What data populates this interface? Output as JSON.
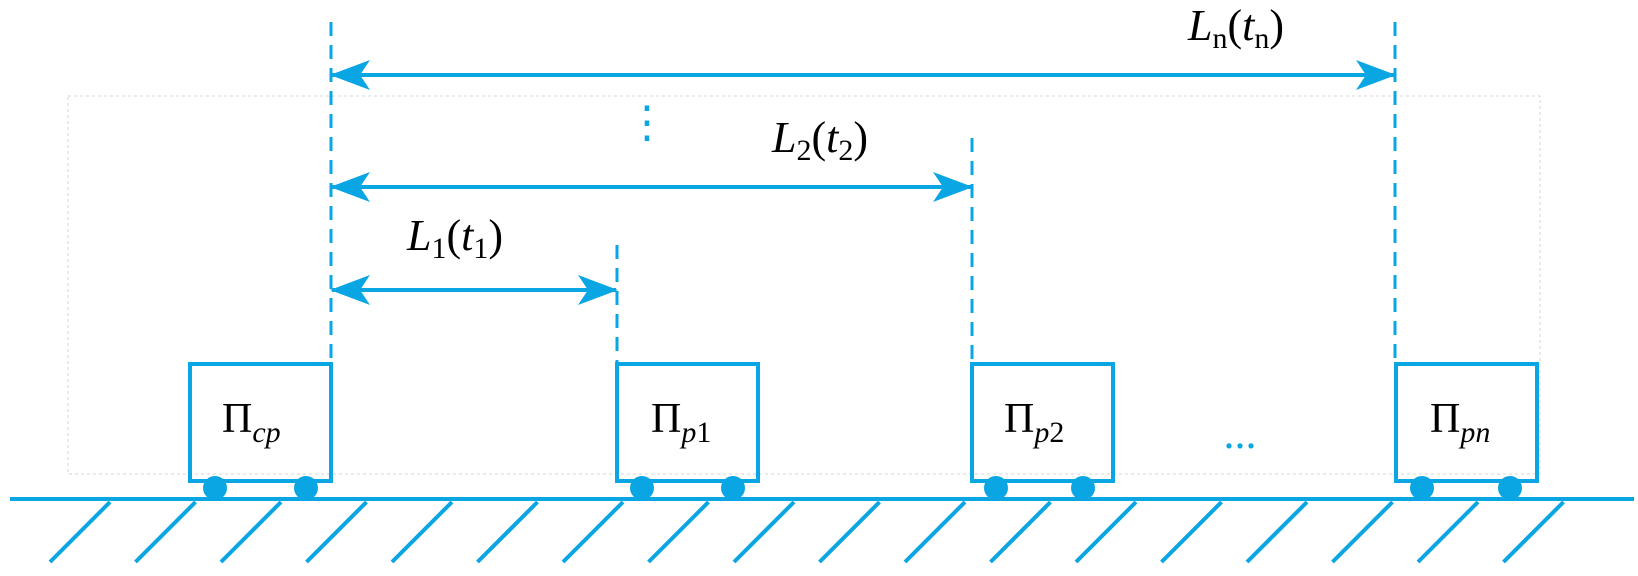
{
  "colors": {
    "accent": "#0aa6e4",
    "text": "#000000",
    "frame": "#cccccc"
  },
  "labels": {
    "ln": {
      "main": "L",
      "sub": "n",
      "open": "(",
      "t": "t",
      "tsub": "n",
      "close": ")"
    },
    "l2": {
      "main": "L",
      "sub": "2",
      "open": "(",
      "t": "t",
      "tsub": "2",
      "close": ")"
    },
    "l1": {
      "main": "L",
      "sub": "1",
      "open": "(",
      "t": "t",
      "tsub": "1",
      "close": ")"
    }
  },
  "carts": [
    {
      "symbol": "Π",
      "sub": "cp"
    },
    {
      "symbol": "Π",
      "sub": "p",
      "sub_num": "1"
    },
    {
      "symbol": "Π",
      "sub": "p",
      "sub_num": "2"
    },
    {
      "symbol": "Π",
      "sub": "pn"
    }
  ],
  "ellipsis": {
    "vertical": "⋮",
    "horizontal": "..."
  }
}
